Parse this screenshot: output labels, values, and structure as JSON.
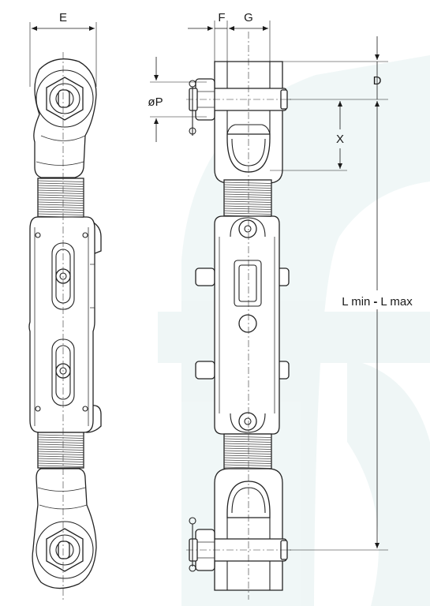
{
  "labels": {
    "e": "E",
    "f": "F",
    "g": "G",
    "d": "D",
    "p": "øP",
    "x": "X",
    "l_min": "L min",
    "l_sep": "-",
    "l_max": "L max"
  },
  "colors": {
    "ink": "#222222",
    "watermark": "#eef6f6"
  }
}
